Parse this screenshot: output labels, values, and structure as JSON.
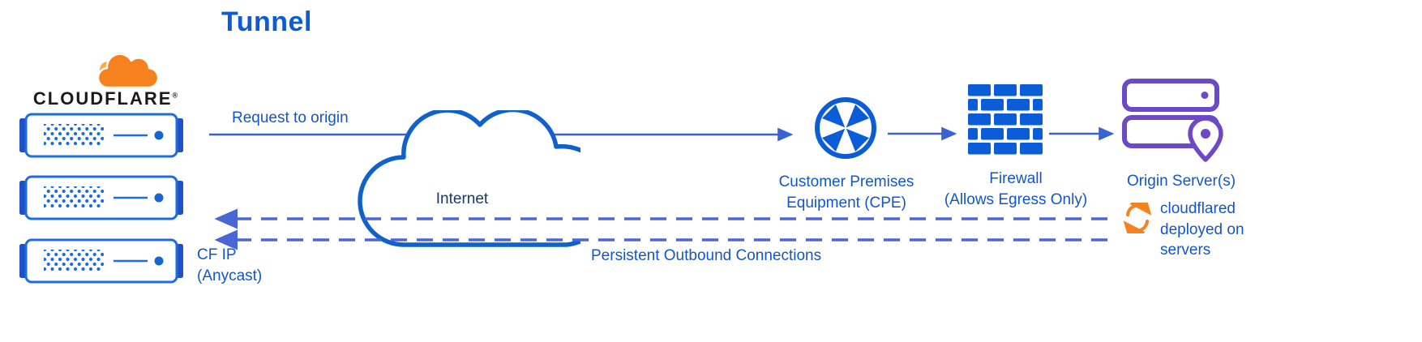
{
  "title": "Tunnel",
  "brand": {
    "name": "CLOUDFLARE",
    "registered": "®"
  },
  "labels": {
    "request_to_origin": "Request to origin",
    "internet": "Internet",
    "cpe": "Customer Premises Equipment (CPE)",
    "firewall_line1": "Firewall",
    "firewall_line2": "(Allows Egress Only)",
    "origin": "Origin Server(s)",
    "cloudflared": "cloudflared deployed on servers",
    "persistent_outbound": "Persistent Outbound Connections",
    "cf_ip": "CF IP (Anycast)"
  },
  "icons": {
    "cloudflare_logo": "cloudflare-cloud-logo",
    "edge_servers": "cloudflare-edge-server-icon",
    "internet_cloud": "internet-cloud-icon",
    "cpe_router": "cpe-router-icon",
    "firewall": "firewall-brick-icon",
    "origin_server": "origin-server-icon",
    "cloudflared_sync": "cloudflared-sync-icon"
  },
  "colors": {
    "title_blue": "#0b5cd5",
    "label_blue": "#1356c9",
    "line_blue": "#3b62d1",
    "dash_blue": "#4a66d6",
    "icon_blue": "#0a5cd7",
    "server_blue": "#1d6ce0",
    "internet_text": "#173a6e",
    "orange": "#f6821f",
    "orange_light": "#fbad41",
    "purple": "#6d49c6"
  }
}
